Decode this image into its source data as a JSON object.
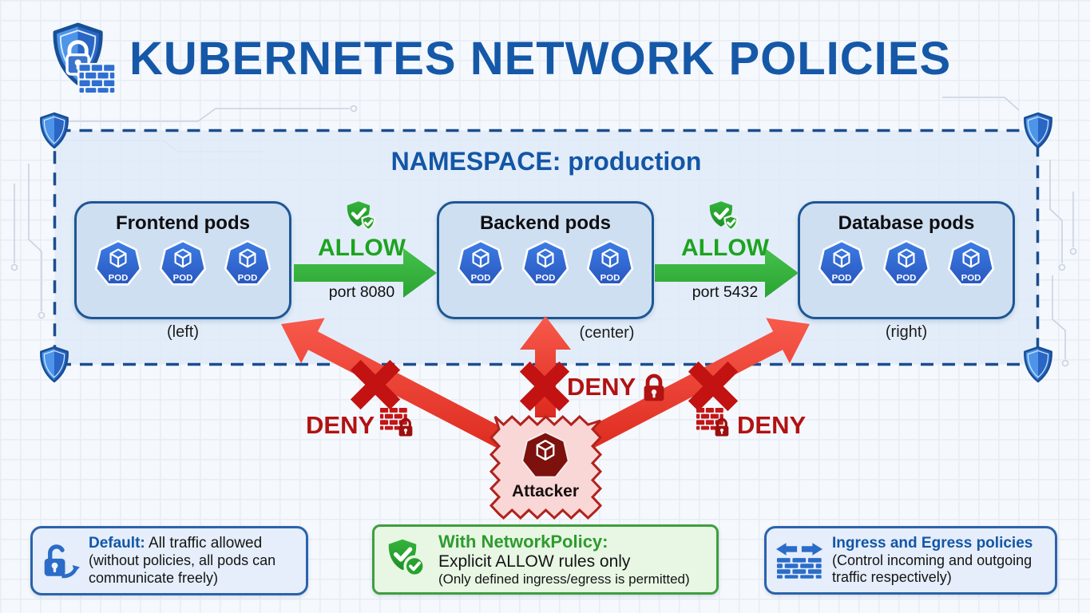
{
  "header": {
    "title": "KUBERNETES NETWORK POLICIES"
  },
  "namespace": {
    "label": "NAMESPACE: production"
  },
  "groups": [
    {
      "title": "Frontend pods",
      "position_label": "(left)",
      "pods": [
        "POD",
        "POD",
        "POD"
      ]
    },
    {
      "title": "Backend pods",
      "position_label": "(center)",
      "pods": [
        "POD",
        "POD",
        "POD"
      ]
    },
    {
      "title": "Database pods",
      "position_label": "(right)",
      "pods": [
        "POD",
        "POD",
        "POD"
      ]
    }
  ],
  "allow_links": [
    {
      "label": "ALLOW",
      "port": "port 8080"
    },
    {
      "label": "ALLOW",
      "port": "port 5432"
    }
  ],
  "deny_links": [
    {
      "label": "DENY"
    },
    {
      "label": "DENY"
    },
    {
      "label": "DENY"
    }
  ],
  "attacker": {
    "label": "Attacker"
  },
  "legend": [
    {
      "title": "Default:",
      "line2": "All traffic allowed",
      "note": "(without policies, all pods can communicate freely)"
    },
    {
      "title": "With NetworkPolicy:",
      "line2": "Explicit ALLOW rules only",
      "note": "(Only defined ingress/egress is permitted)"
    },
    {
      "title": "Ingress and Egress policies",
      "line2": "",
      "note": "(Control incoming and outgoing traffic respectively)"
    }
  ],
  "icons": {
    "header": "shield-lock-firewall-icon",
    "namespace_corner": "shield-icon",
    "allow": "shield-check-icon",
    "pod": "pod-heptagon-icon",
    "deny_left": "firewall-lock-icon",
    "deny_center": "padlock-icon",
    "deny_right": "firewall-lock-icon",
    "attacker": "attacker-pod-icon",
    "legend_default": "open-lock-arrow-icon",
    "legend_policy": "shield-check-badge-icon",
    "legend_ingress": "ingress-egress-firewall-icon"
  },
  "colors": {
    "title_blue": "#1558a8",
    "namespace_fill": "#dfeaf8",
    "namespace_border": "#1b4d8f",
    "pod_box_fill": "#cfdff2",
    "pod_blue": "#3270d8",
    "allow_green": "#1da320",
    "arrow_green": "#35b43c",
    "deny_red": "#b11212",
    "arrow_red": "#e8392e",
    "attacker_fill": "#f9d7d7",
    "attacker_border": "#b1221c",
    "legend_green": "#2e9b2e",
    "legend_blue_border": "#2b62ac",
    "legend_green_border": "#3f9e3f"
  }
}
